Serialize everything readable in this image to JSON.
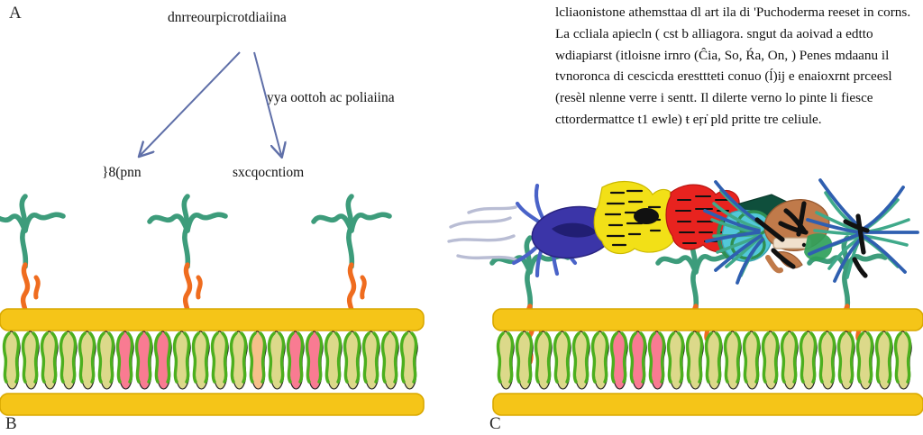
{
  "figure": {
    "panels": {
      "a_letter": "A",
      "b_letter": "B",
      "c_letter": "C"
    },
    "flow_diagram": {
      "source_label": "dnrreourpicrotdiaiina",
      "branch_label": "yya oottoh ac poliaiina",
      "left_outcome": "}8(pnn",
      "right_outcome": "sxcqocntiom",
      "arrow_color": "#5f6fa8"
    },
    "caption_text": "lcliaonistone athemsttaa dl art ila di 'Puchoderma reeset in corns. La ccliala apiecln ( cst b alliagora. sngut da aoivad a edtto wdiapiarst (itloisne irnro (Ĉia, So, Ŕa, On, )  Penes mdaanu il tvnoronca di cescicda eresttteti conuo (ĺ)ij e enaioxrnt prceesl (resèl nlenne verre i sentt. Il dilerte verno lo pinte  li fiesce cttordermattce t1 ewle) ŧ eŗı̇ pld pritte tre celiule.",
    "colors": {
      "membrane_band": "#f5c518",
      "membrane_band_edge": "#d9a800",
      "lipid_tail_green": "#4caf1e",
      "lipid_head_olive": "#dcd98a",
      "lipid_head_pink": "#f97b92",
      "lipid_head_peach": "#f6c08a",
      "receptor_green": "#3d9c7b",
      "anchor_orange": "#ef6c1f",
      "complex_blue": "#3b35a8",
      "complex_yellow": "#f2e017",
      "complex_red": "#e8231f",
      "complex_teal": "#0f4f3c",
      "complex_cyan": "#52c8d8",
      "complex_brown": "#c07a4a",
      "filament_blue": "#2f5fb0",
      "filament_teal": "#3fa98a",
      "scribble_black": "#111111"
    },
    "membranes": {
      "panel_b": {
        "lipid_count": 22,
        "pink_lipid_indices": [
          9,
          12,
          15,
          18
        ],
        "peach_lipid_indices": [
          21
        ]
      },
      "panel_c": {
        "lipid_count": 22,
        "pink_lipid_indices": [
          10,
          13,
          16
        ],
        "peach_lipid_indices": []
      }
    },
    "receptors": {
      "panel_b_count": 3,
      "panel_c_count": 3
    },
    "complexes": [
      {
        "name": "blue-ellipse-complex"
      },
      {
        "name": "yellow-scribbled-blob"
      },
      {
        "name": "red-scribbled-blob"
      },
      {
        "name": "teal-diamond"
      },
      {
        "name": "cyan-ring-complex"
      },
      {
        "name": "brown-oval-complex"
      },
      {
        "name": "teal-filament-cluster"
      }
    ]
  }
}
